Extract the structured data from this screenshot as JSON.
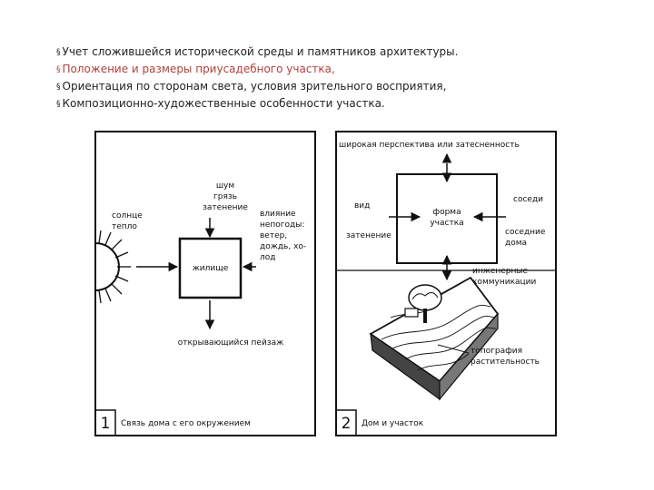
{
  "bullets": [
    {
      "marker": "§",
      "text": "Учет сложившейся исторической среды и памятников архитектуры."
    },
    {
      "marker": "§",
      "text": "Положение и размеры приусадебного участка,"
    },
    {
      "marker": "§",
      "text": "Ориентация по сторонам света, условия зрительного восприятия,"
    },
    {
      "marker": "§",
      "text": "Композиционно-художественные особенности участка."
    }
  ],
  "panel1": {
    "number": "1",
    "caption": "Связь дома с его окружением",
    "center": "жилище",
    "top": [
      "шум",
      "грязь",
      "затенение"
    ],
    "left": [
      "солнце",
      "тепло"
    ],
    "right": [
      "влияние",
      "непогоды:",
      "ветер,",
      "дождь, хо-",
      "лод"
    ],
    "bottom": "открывающийся пейзаж"
  },
  "panel2": {
    "number": "2",
    "caption": "Дом и участок",
    "top": "широкая перспектива или затесненность",
    "left_top": "вид",
    "left_bottom": "затенение",
    "center": [
      "форма",
      "участка"
    ],
    "right_top": "соседи",
    "right_bottom": [
      "соседние",
      "дома"
    ],
    "infra": [
      "инженерные",
      "коммуникации"
    ],
    "terrain": [
      "топография",
      "растительность"
    ]
  },
  "colors": {
    "highlight": "#b0413e",
    "text": "#222222",
    "line": "#111111"
  }
}
